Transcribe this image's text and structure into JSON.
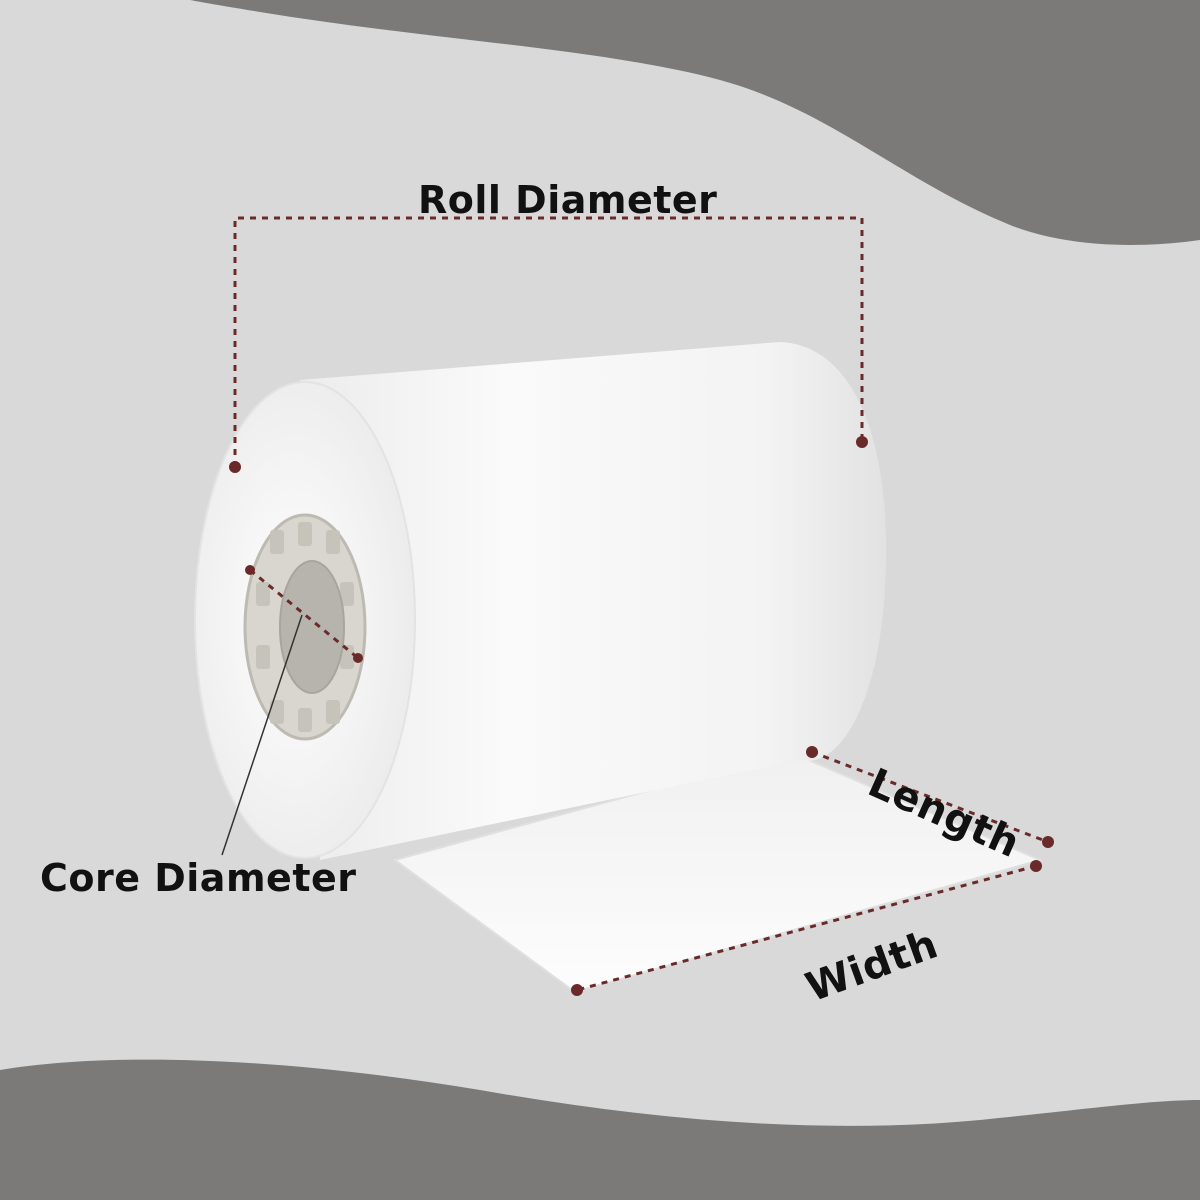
{
  "labels": {
    "roll_diameter": "Roll Diameter",
    "core_diameter": "Core Diameter",
    "length": "Length",
    "width": "Width"
  },
  "colors": {
    "background": "#d9d9d9",
    "wave": "#7b7a78",
    "dimension_line": "#6b2a2a",
    "paper": "#f7f7f7",
    "core": "#d8d6cf"
  }
}
